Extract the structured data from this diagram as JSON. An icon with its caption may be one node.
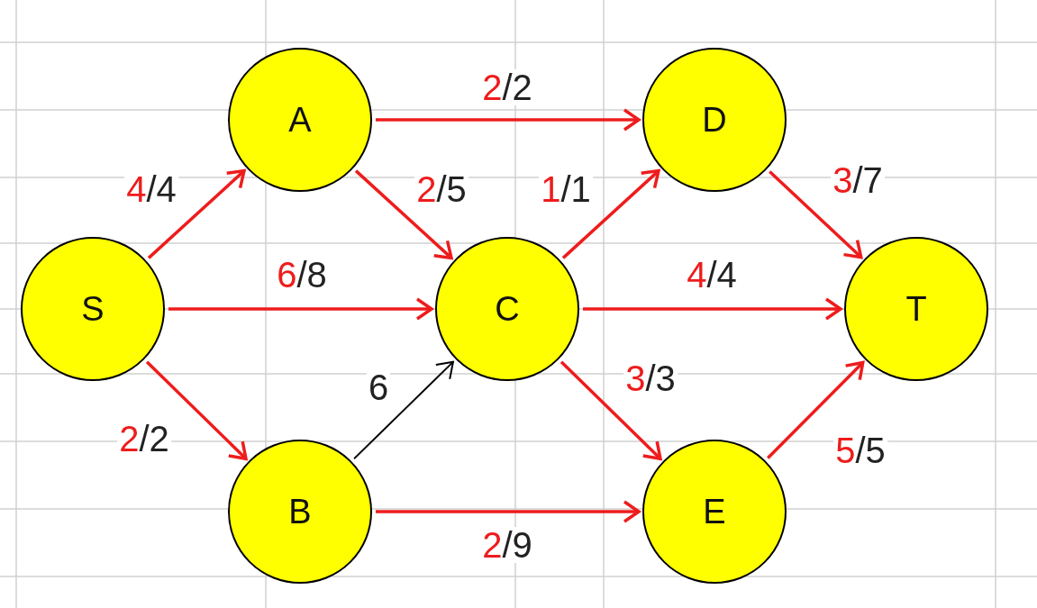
{
  "diagram": {
    "nodes": [
      {
        "text": [
          "S"
        ]
      },
      {
        "text": [
          "A"
        ]
      },
      {
        "text": [
          "B"
        ]
      },
      {
        "text": [
          "C"
        ]
      },
      {
        "text": [
          "D"
        ]
      },
      {
        "text": [
          "E"
        ]
      },
      {
        "text": [
          "T"
        ]
      }
    ],
    "edges": [
      {
        "from": 0,
        "to": 1,
        "arrow": "to",
        "label": "4/4"
      },
      {
        "from": 0,
        "to": 3,
        "arrow": "to",
        "label": "6/8"
      },
      {
        "from": 0,
        "to": 2,
        "arrow": "to",
        "label": "2/2"
      },
      {
        "from": 1,
        "to": 4,
        "arrow": "to",
        "label": "2/2"
      },
      {
        "from": 1,
        "to": 3,
        "arrow": "to",
        "label": "2/5"
      },
      {
        "from": 2,
        "to": 3,
        "arrow": "to",
        "label": "6",
        "color": "#000000"
      },
      {
        "from": 2,
        "to": 5,
        "arrow": "to",
        "label": "2/9"
      },
      {
        "from": 3,
        "to": 4,
        "arrow": "to",
        "label": "1/1"
      },
      {
        "from": 3,
        "to": 6,
        "arrow": "to",
        "label": "4/4"
      },
      {
        "from": 3,
        "to": 5,
        "arrow": "to",
        "label": "3/3"
      },
      {
        "from": 4,
        "to": 6,
        "arrow": "to",
        "label": "3/7"
      },
      {
        "from": 5,
        "to": 6,
        "arrow": "to",
        "label": "5/5"
      }
    ]
  }
}
